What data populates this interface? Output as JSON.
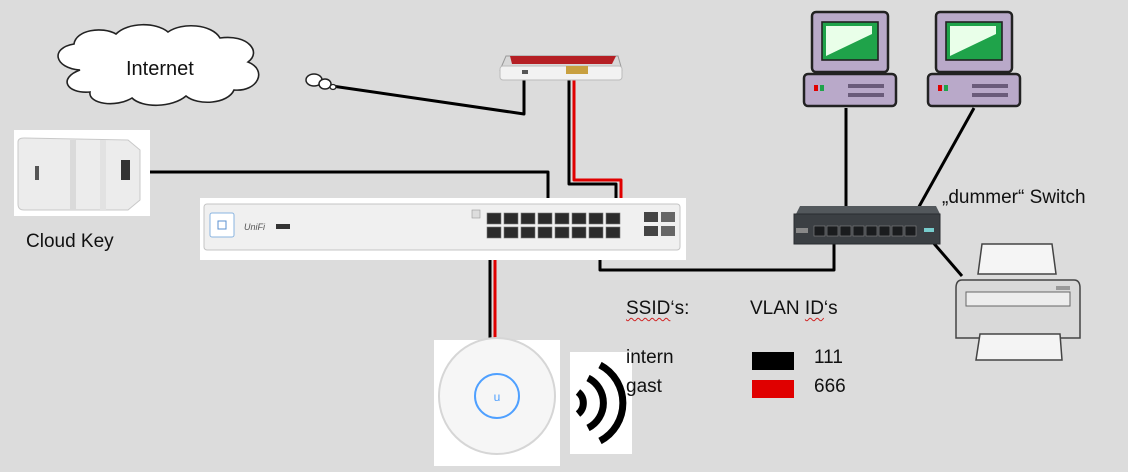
{
  "labels": {
    "internet": "Internet",
    "cloud_key": "Cloud Key",
    "dumb_switch": "„dummer“ Switch",
    "unifi_logo": "UniFi"
  },
  "legend": {
    "ssid_header_base": "SSID",
    "ssid_header_suffix": "‘s:",
    "vlan_header_base": "VLAN ",
    "vlan_header_id": "ID",
    "vlan_header_suffix": "‘s",
    "rows": [
      {
        "ssid": "intern",
        "vlan_id": "111",
        "color": "#000000"
      },
      {
        "ssid": "gast",
        "vlan_id": "666",
        "color": "#e00000"
      }
    ]
  },
  "colors": {
    "background": "#dcdcdc",
    "vlan_intern": "#000000",
    "vlan_gast": "#e00000",
    "router": "#b51f24",
    "monitor_screen": "#1fa34a",
    "pc_case": "#b9a9c9"
  }
}
